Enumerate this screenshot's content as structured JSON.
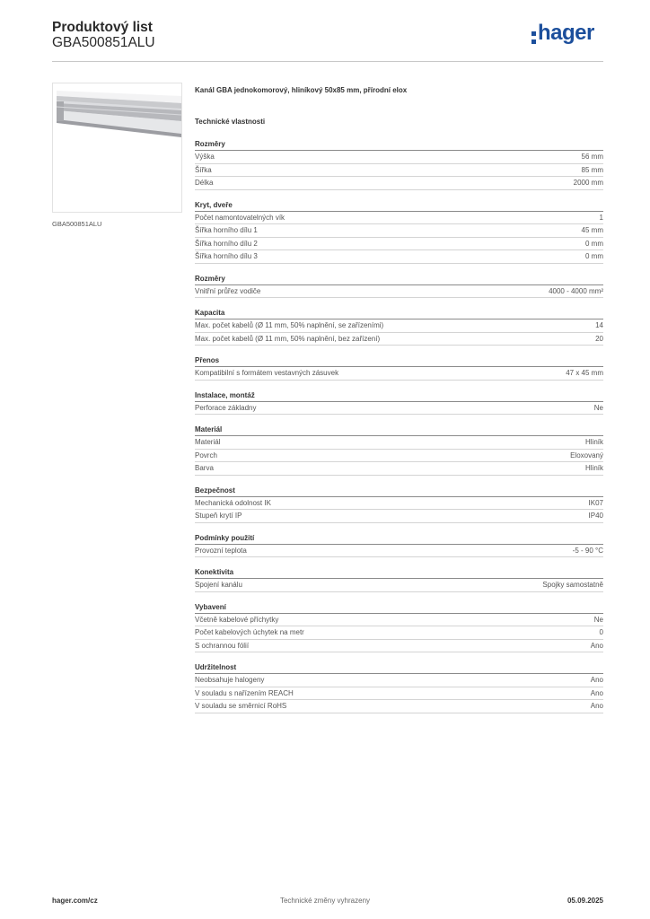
{
  "header": {
    "title": "Produktový list",
    "code": "GBA500851ALU",
    "logo": "hager",
    "brand_color": "#1c4f9c"
  },
  "image_caption": "GBA500851ALU",
  "product_description": "Kanál GBA jednokomorový, hliníkový 50x85 mm, přírodní elox",
  "tech_heading": "Technické vlastnosti",
  "sections": [
    {
      "title": "Rozměry",
      "rows": [
        {
          "label": "Výška",
          "value": "56 mm"
        },
        {
          "label": "Šířka",
          "value": "85 mm"
        },
        {
          "label": "Délka",
          "value": "2000 mm"
        }
      ]
    },
    {
      "title": "Kryt, dveře",
      "rows": [
        {
          "label": "Počet namontovatelných vík",
          "value": "1"
        },
        {
          "label": "Šířka horního dílu 1",
          "value": "45 mm"
        },
        {
          "label": "Šířka horního dílu 2",
          "value": "0 mm"
        },
        {
          "label": "Šířka horního dílu 3",
          "value": "0 mm"
        }
      ]
    },
    {
      "title": "Rozměry",
      "rows": [
        {
          "label": "Vnitřní průřez vodiče",
          "value": "4000 - 4000 mm²"
        }
      ]
    },
    {
      "title": "Kapacita",
      "rows": [
        {
          "label": "Max. počet kabelů (Ø 11 mm, 50% naplnění, se zařízeními)",
          "value": "14"
        },
        {
          "label": "Max. počet kabelů (Ø 11 mm, 50% naplnění, bez zařízení)",
          "value": "20"
        }
      ]
    },
    {
      "title": "Přenos",
      "rows": [
        {
          "label": "Kompatibilní s formátem vestavných zásuvek",
          "value": "47 x 45 mm"
        }
      ]
    },
    {
      "title": "Instalace, montáž",
      "rows": [
        {
          "label": "Perforace základny",
          "value": "Ne"
        }
      ]
    },
    {
      "title": "Materiál",
      "rows": [
        {
          "label": "Materiál",
          "value": "Hliník"
        },
        {
          "label": "Povrch",
          "value": "Eloxovaný"
        },
        {
          "label": "Barva",
          "value": "Hliník"
        }
      ]
    },
    {
      "title": "Bezpečnost",
      "rows": [
        {
          "label": "Mechanická odolnost IK",
          "value": "IK07"
        },
        {
          "label": "Stupeň krytí IP",
          "value": "IP40"
        }
      ]
    },
    {
      "title": "Podmínky použití",
      "rows": [
        {
          "label": "Provozní teplota",
          "value": "-5 - 90 °C"
        }
      ]
    },
    {
      "title": "Konektivita",
      "rows": [
        {
          "label": "Spojení kanálu",
          "value": "Spojky samostatně"
        }
      ]
    },
    {
      "title": "Vybavení",
      "rows": [
        {
          "label": "Včetně kabelové příchytky",
          "value": "Ne"
        },
        {
          "label": "Počet kabelových úchytek na metr",
          "value": "0"
        },
        {
          "label": "S ochrannou fólií",
          "value": "Ano"
        }
      ]
    },
    {
      "title": "Udržitelnost",
      "rows": [
        {
          "label": "Neobsahuje halogeny",
          "value": "Ano"
        },
        {
          "label": "V souladu s nařízením REACH",
          "value": "Ano"
        },
        {
          "label": "V souladu se směrnicí RoHS",
          "value": "Ano"
        }
      ]
    }
  ],
  "footer": {
    "left": "hager.com/cz",
    "center": "Technické změny vyhrazeny",
    "right": "05.09.2025"
  }
}
